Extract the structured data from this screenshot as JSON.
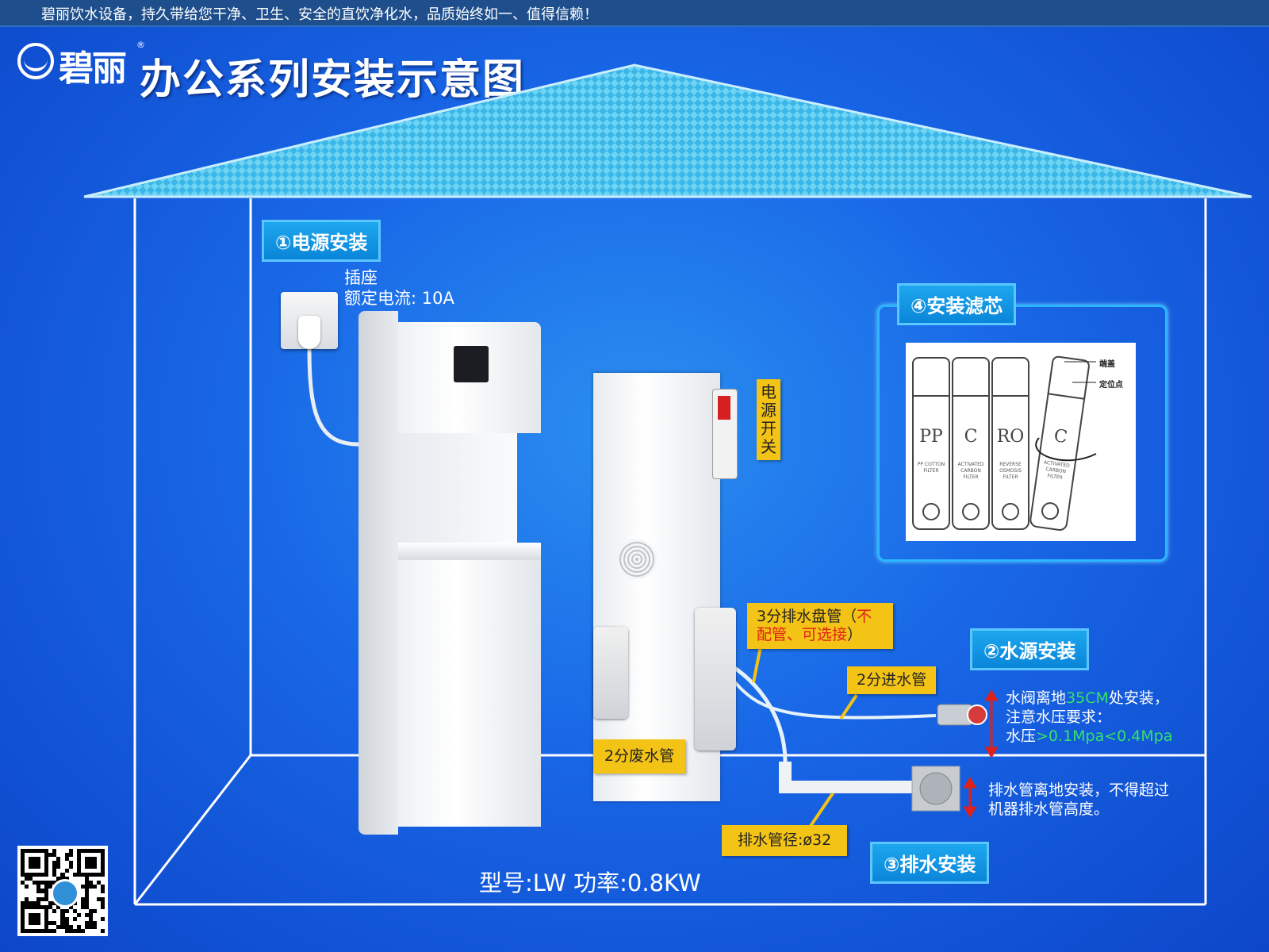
{
  "topbar": {
    "slogan": "碧丽饮水设备，持久带给您干净、卫生、安全的直饮净化水，品质始终如一、值得信赖！"
  },
  "brand": {
    "name": "碧丽",
    "registered": "®"
  },
  "page_title": "办公系列安装示意图",
  "sections": {
    "power": "①电源安装",
    "water_source": "②水源安装",
    "drain": "③排水安装",
    "filter": "④安装滤芯"
  },
  "labels": {
    "socket_title": "插座",
    "socket_current": "额定电流: 10A",
    "power_switch": [
      "电",
      "源",
      "开",
      "关"
    ],
    "drain_coil_main": "3分排水盘管（",
    "drain_coil_red1": "不",
    "drain_coil_red2": "配管、可选接",
    "drain_coil_end": "）",
    "inlet_pipe": "2分进水管",
    "waste_pipe": "2分废水管",
    "drain_diameter": "排水管径:ø32",
    "valve_line1_a": "水阀离地",
    "valve_line1_b": "35CM",
    "valve_line1_c": "处安装，",
    "valve_line2": "注意水压要求：",
    "valve_line3_a": "水压",
    "valve_line3_b": ">0.1Mpa<0.4Mpa",
    "drain_note_line1": "排水管离地安装，不得超过",
    "drain_note_line2": "机器排水管高度。"
  },
  "filters": {
    "cartridges": [
      {
        "letters": "PP",
        "sub": "PP COTTON FILTER"
      },
      {
        "letters": "C",
        "sub": "ACTIVATED CARBON FILTER"
      },
      {
        "letters": "RO",
        "sub": "REVERSE OSMOSIS FILTER"
      },
      {
        "letters": "C",
        "sub": "ACTIVATED CARBON FILTER"
      }
    ],
    "callout_cap": "端盖",
    "callout_point": "定位点"
  },
  "footer": {
    "model": "型号:LW 功率:0.8KW"
  },
  "colors": {
    "accent_yellow": "#f3c316",
    "badge_blue": "#0a85d9",
    "highlight_green": "#36e06a",
    "warning_red": "#e0201a"
  }
}
